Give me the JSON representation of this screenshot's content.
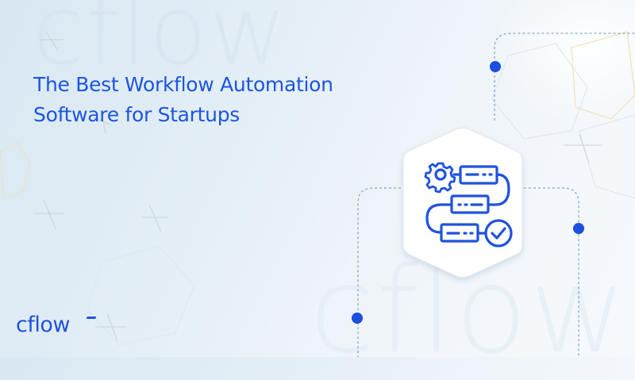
{
  "banner": {
    "title_line_1": "The Best Workflow Automation",
    "title_line_2": "Software for Startups",
    "logo_text": "cflow",
    "watermark_text": "cflow",
    "icon": "workflow-automation-icon"
  },
  "colors": {
    "accent": "#1d55e0",
    "dot": "#1a4fe0",
    "background": "#e3eef6",
    "card": "#ffffff"
  }
}
